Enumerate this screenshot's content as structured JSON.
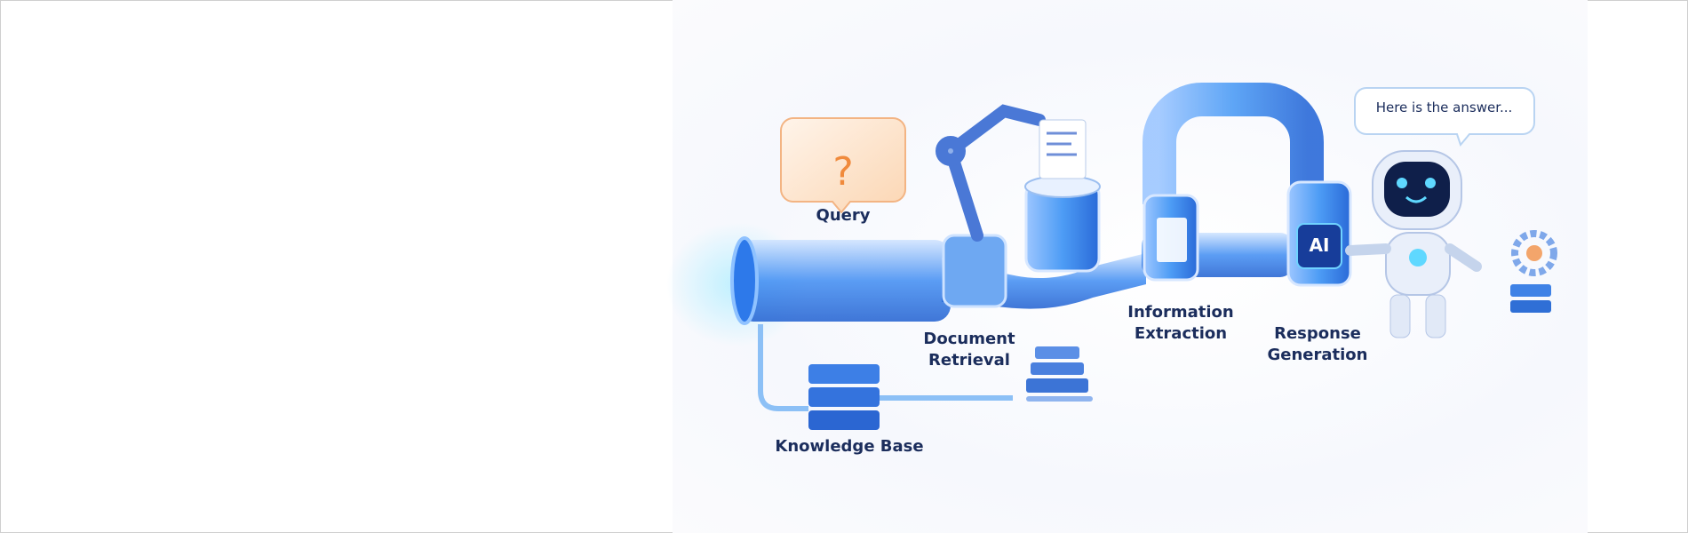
{
  "illustration": {
    "labels": {
      "query": "Query",
      "document_retrieval": [
        "Document",
        "Retrieval"
      ],
      "information_extraction": [
        "Information",
        "Extraction"
      ],
      "response_generation": [
        "Response",
        "Generation"
      ],
      "knowledge_base": "Knowledge Base"
    },
    "query_symbol": "?",
    "ai_badge": "AI",
    "speech_bubble": "Here is the answer...",
    "colors": {
      "primary": "#2f7ef0",
      "glow": "#5fc8ff",
      "text": "#1b2d5c",
      "query_accent": "#f08a3c"
    }
  }
}
